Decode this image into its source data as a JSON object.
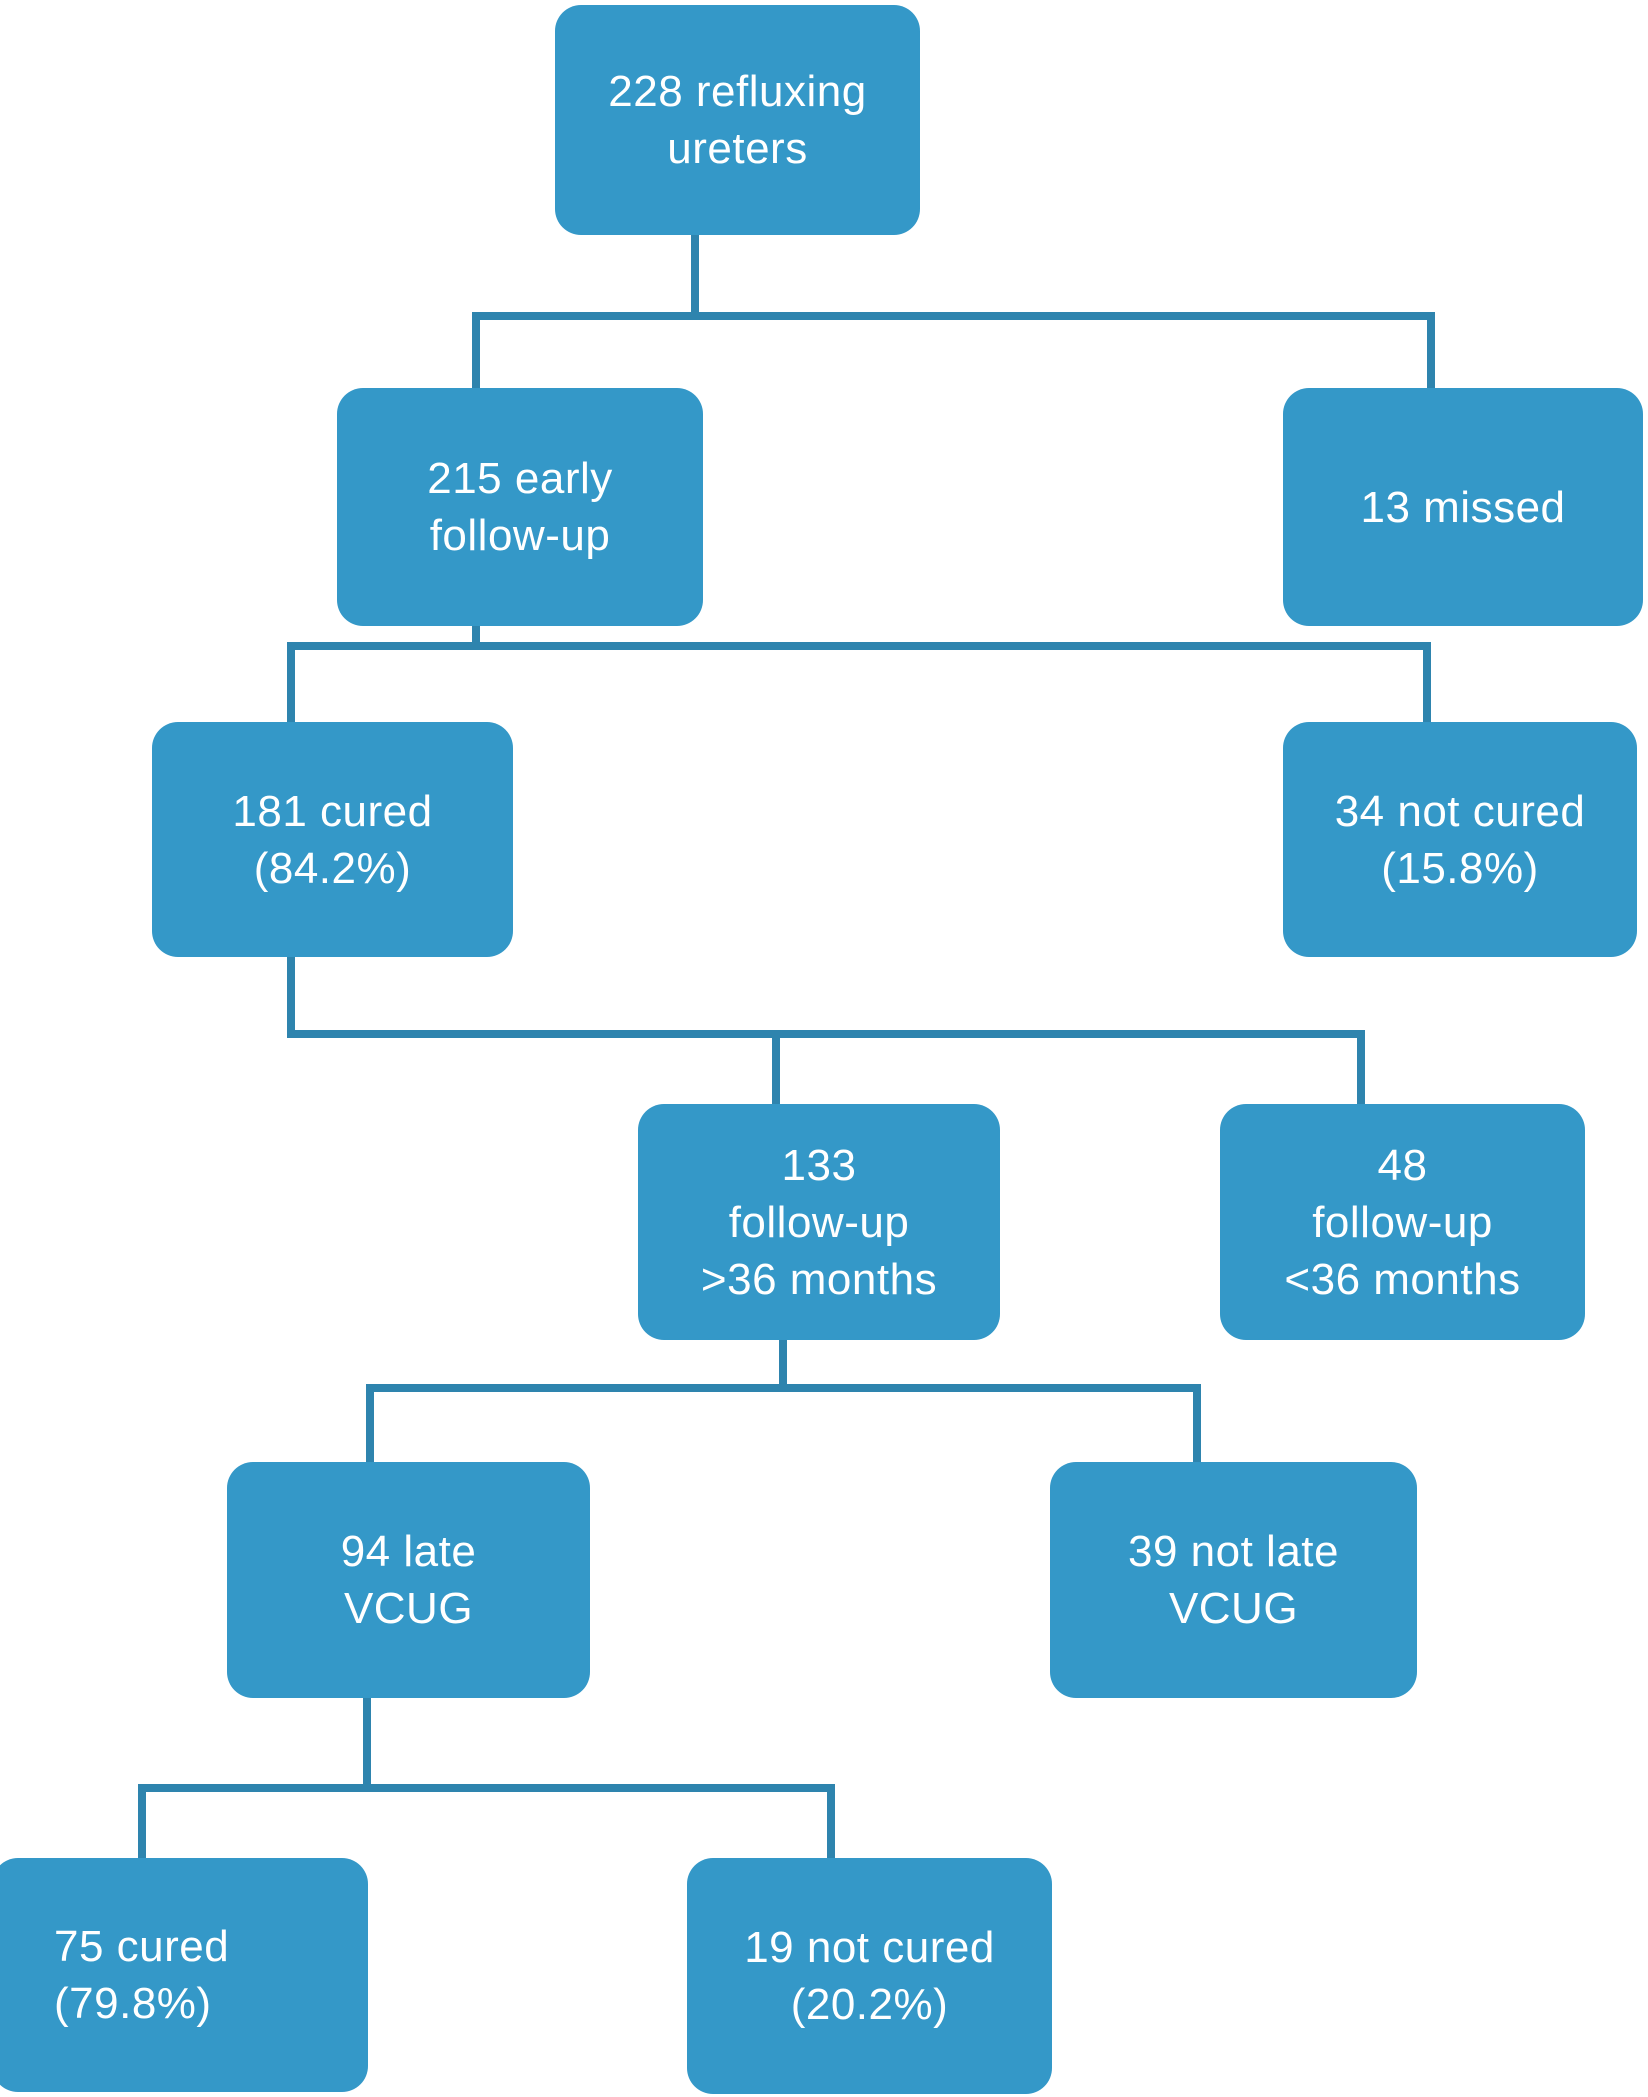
{
  "figure": {
    "type": "flowchart",
    "description": "Study flow diagram of refluxing ureters follow-up outcomes"
  },
  "colors": {
    "node_fill": "#3498C8",
    "connector": "#2E84AE",
    "node_text": "#FFFFFF",
    "background": "#FFFFFF"
  },
  "nodes": {
    "root": {
      "lines": [
        "228 refluxing",
        "ureters"
      ]
    },
    "early_followup": {
      "lines": [
        "215 early",
        "follow-up"
      ]
    },
    "missed": {
      "lines": [
        "13 missed"
      ]
    },
    "cured_early": {
      "lines": [
        "181 cured",
        "(84.2%)"
      ]
    },
    "not_cured_early": {
      "lines": [
        "34 not cured",
        "(15.8%)"
      ]
    },
    "followup_gt36": {
      "lines": [
        "133",
        "follow-up",
        ">36 months"
      ]
    },
    "followup_lt36": {
      "lines": [
        "48",
        "follow-up",
        "<36 months"
      ]
    },
    "late_vcug": {
      "lines": [
        "94 late",
        "VCUG"
      ]
    },
    "not_late_vcug": {
      "lines": [
        "39 not late",
        "VCUG"
      ]
    },
    "cured_late": {
      "lines": [
        "75 cured",
        "(79.8%)"
      ]
    },
    "not_cured_late": {
      "lines": [
        "19 not cured",
        "(20.2%)"
      ]
    }
  },
  "edges": [
    {
      "from": "root",
      "to": "early_followup"
    },
    {
      "from": "root",
      "to": "missed"
    },
    {
      "from": "early_followup",
      "to": "cured_early"
    },
    {
      "from": "early_followup",
      "to": "not_cured_early"
    },
    {
      "from": "cured_early",
      "to": "followup_gt36"
    },
    {
      "from": "cured_early",
      "to": "followup_lt36"
    },
    {
      "from": "followup_gt36",
      "to": "late_vcug"
    },
    {
      "from": "followup_gt36",
      "to": "not_late_vcug"
    },
    {
      "from": "late_vcug",
      "to": "cured_late"
    },
    {
      "from": "late_vcug",
      "to": "not_cured_late"
    }
  ]
}
